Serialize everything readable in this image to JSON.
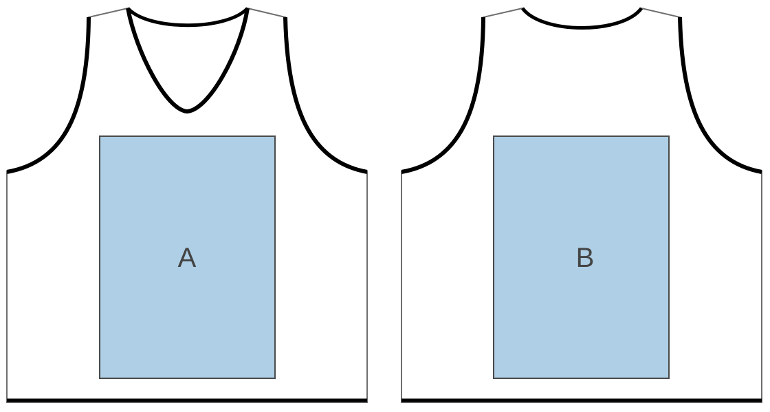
{
  "colors": {
    "background": "#ffffff",
    "garment_fill": "#ffffff",
    "garment_outline": "#6e6e6e",
    "trim": "#000000",
    "print_area_fill": "#aecfe5",
    "print_area_stroke": "#4a4a4a",
    "label_text": "#444444"
  },
  "garments": [
    {
      "side": "front",
      "print_area": {
        "label": "A"
      }
    },
    {
      "side": "back",
      "print_area": {
        "label": "B"
      }
    }
  ]
}
